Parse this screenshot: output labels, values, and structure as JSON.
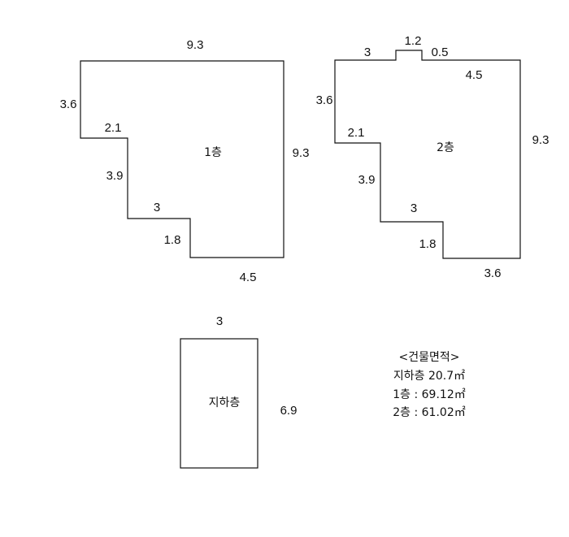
{
  "floor1": {
    "label": "1층",
    "dims": {
      "top": "9.3",
      "left": "3.6",
      "step1_horizontal": "2.1",
      "step1_vertical": "3.9",
      "step2_horizontal": "3",
      "step2_vertical": "1.8",
      "bottom": "4.5",
      "right": "9.3"
    }
  },
  "floor2": {
    "label": "2층",
    "dims": {
      "top_left": "3",
      "notch": "1.2",
      "top_right_short": "0.5",
      "top_right": "4.5",
      "left": "3.6",
      "step1_horizontal": "2.1",
      "step1_vertical": "3.9",
      "step2_horizontal": "3",
      "step2_vertical": "1.8",
      "bottom": "3.6",
      "right": "9.3"
    }
  },
  "basement": {
    "label": "지하층",
    "dims": {
      "top": "3",
      "right": "6.9"
    }
  },
  "area_summary": {
    "title": "<건물면적>",
    "lines": [
      "지하층 20.7㎡",
      "1층 : 69.12㎡",
      "2층 : 61.02㎡"
    ]
  }
}
